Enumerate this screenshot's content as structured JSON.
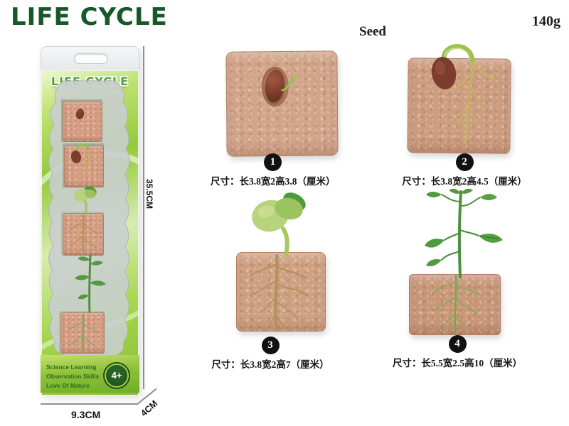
{
  "header": {
    "title": "LIFE CYCLE",
    "seed_label": "Seed",
    "weight": "140g"
  },
  "package": {
    "brand": "LIFE CYCLE",
    "tagline_lines": [
      "Science Learning",
      "Observation Skills",
      "Love Of Nature"
    ],
    "age_badge": "4+",
    "height_label": "35.5CM",
    "width_label": "9.3CM",
    "depth_label": "4CM"
  },
  "stages": [
    {
      "number": "1",
      "size_caption": "尺寸：长3.8宽2高3.8（厘米）"
    },
    {
      "number": "2",
      "size_caption": "尺寸：长3.8宽2高4.5（厘米）"
    },
    {
      "number": "3",
      "size_caption": "尺寸：长3.8宽2高7（厘米）"
    },
    {
      "number": "4",
      "size_caption": "尺寸：长5.5宽2.5高10（厘米）"
    }
  ],
  "colors": {
    "title_green": "#17582a",
    "package_green": "#94ca3c",
    "soil_tan": "#d2a58b",
    "seed_brown": "#7c3d2e",
    "sprout_green": "#8ec44f",
    "leaf_green": "#4e9340",
    "root_tan": "#b0925a",
    "badge_black": "#111111"
  }
}
